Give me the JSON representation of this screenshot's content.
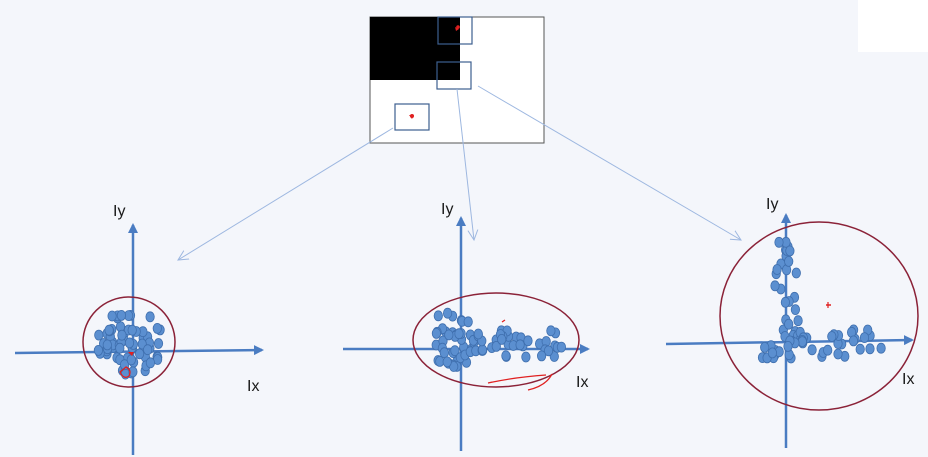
{
  "colors": {
    "background": "#f4f6fb",
    "axis": "#4a7cc2",
    "arrow": "#9db7e0",
    "ellipse": "#8b2238",
    "point_fill": "#5b8fd0",
    "point_stroke": "#3f6fae",
    "marker": "#e02020",
    "patch_box": "#3d5f8f",
    "image_dark": "#000000",
    "image_light": "#ffffff"
  },
  "image_panel": {
    "regions": [
      "flat",
      "edge",
      "corner"
    ]
  },
  "plots": [
    {
      "id": "flat",
      "xlabel": "Ix",
      "ylabel": "Iy",
      "distribution": "compact blob around origin"
    },
    {
      "id": "edge",
      "xlabel": "Ix",
      "ylabel": "Iy",
      "distribution": "spread along Ix"
    },
    {
      "id": "corner",
      "xlabel": "Ix",
      "ylabel": "Iy",
      "distribution": "spread along both Ix and Iy"
    }
  ]
}
